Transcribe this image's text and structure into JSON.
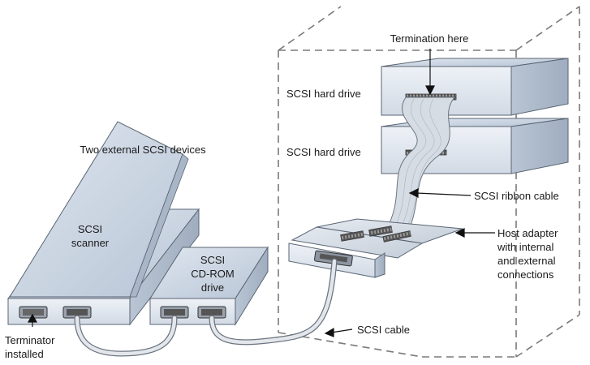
{
  "labels": {
    "termination_here": "Termination here",
    "hard_drive_top": "SCSI hard drive",
    "hard_drive_bottom": "SCSI hard drive",
    "external_devices": "Two external SCSI devices",
    "scanner_line1": "SCSI",
    "scanner_line2": "scanner",
    "cdrom_line1": "SCSI",
    "cdrom_line2": "CD-ROM",
    "cdrom_line3": "drive",
    "ribbon_cable": "SCSI ribbon cable",
    "host_line1": "Host adapter",
    "host_line2": "with internal",
    "host_line3": "and external",
    "host_line4": "connections",
    "scsi_cable": "SCSI cable",
    "terminator_line1": "Terminator",
    "terminator_line2": "installed"
  },
  "colors": {
    "device_top": "#c9d3e0",
    "device_front": "#e7ecf3",
    "device_side": "#aebbcc",
    "outline": "#5a6573",
    "case_dash": "#7a7a7a",
    "cable": "#d8dde3",
    "cable_edge": "#6b7480",
    "connector": "#444444"
  }
}
